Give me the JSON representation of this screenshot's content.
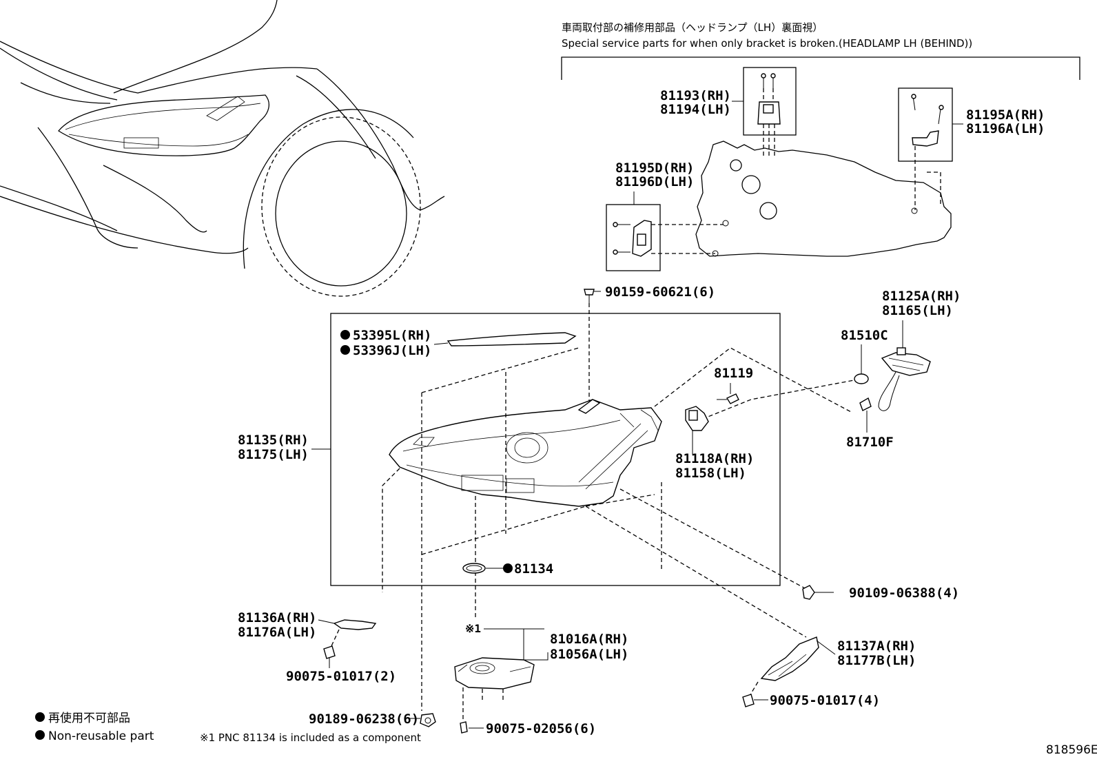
{
  "header": {
    "title_jp": "車両取付部の補修用部品（ヘッドランプ（LH）裏面視）",
    "title_en": "Special service parts for when only bracket is broken.(HEADLAMP LH (BEHIND))"
  },
  "parts": {
    "p81193": "81193(RH)",
    "p81194": "81194(LH)",
    "p81195A": "81195A(RH)",
    "p81196A": "81196A(LH)",
    "p81195D": "81195D(RH)",
    "p81196D": "81196D(LH)",
    "p90159": "90159-60621(6)",
    "p53395L": "53395L(RH)",
    "p53396J": "53396J(LH)",
    "p81135": "81135(RH)",
    "p81175": "81175(LH)",
    "p81119": "81119",
    "p81118A": "81118A(RH)",
    "p81158": "81158(LH)",
    "p81125A": "81125A(RH)",
    "p81165": "81165(LH)",
    "p81510C": "81510C",
    "p81710F": "81710F",
    "p81134": "81134",
    "p90109": "90109-06388(4)",
    "p81136A": "81136A(RH)",
    "p81176A": "81176A(LH)",
    "p90075_2": "90075-01017(2)",
    "note_ref": "※1",
    "p81016A": "81016A(RH)",
    "p81056A": "81056A(LH)",
    "p81137A": "81137A(RH)",
    "p81177B": "81177B(LH)",
    "p90075_4": "90075-01017(4)",
    "p90189": "90189-06238(6)",
    "p90075_02056": "90075-02056(6)"
  },
  "legend": {
    "jp": "再使用不可部品",
    "en": "Non-reusable part",
    "note": "※1 PNC 81134 is included as a component"
  },
  "diagram_id": "818596E"
}
